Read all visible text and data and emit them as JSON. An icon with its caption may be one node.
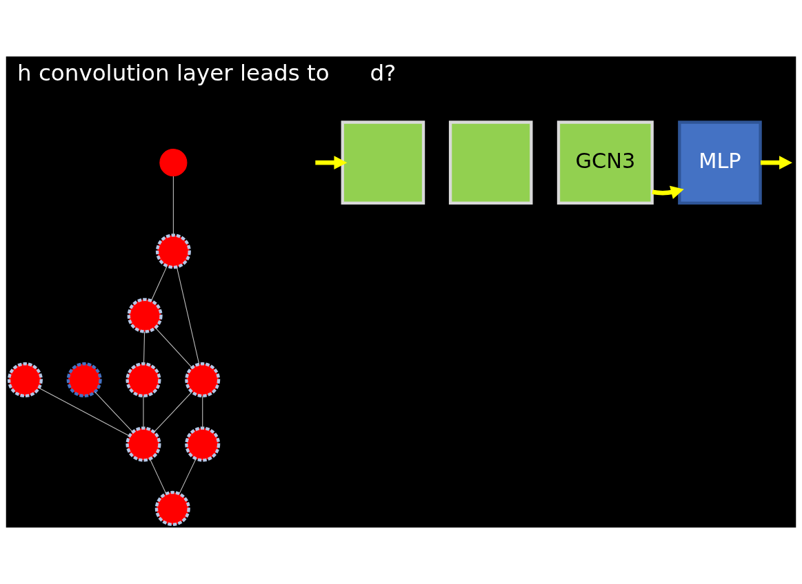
{
  "diagram": {
    "nodes": [
      {
        "text": [],
        "shape": "circle"
      },
      {
        "text": [],
        "shape": "circle"
      },
      {
        "text": [],
        "shape": "circle"
      },
      {
        "text": [],
        "shape": "circle"
      },
      {
        "text": [],
        "shape": "circle"
      },
      {
        "text": [],
        "shape": "circle"
      },
      {
        "text": [],
        "shape": "circle"
      },
      {
        "text": [],
        "shape": "circle"
      },
      {
        "text": [],
        "shape": "circle"
      },
      {
        "text": [],
        "shape": "circle"
      },
      {
        "text": [],
        "shape": "box"
      },
      {
        "text": [],
        "shape": "box"
      },
      {
        "text": [
          "GCN3"
        ]
      },
      {
        "text": [
          "MLP"
        ]
      }
    ],
    "edges": [
      {
        "from": 0,
        "to": 1,
        "arrow": "none"
      },
      {
        "from": 1,
        "to": 2,
        "arrow": "none"
      },
      {
        "from": 1,
        "to": 5,
        "arrow": "none"
      },
      {
        "from": 2,
        "to": 5,
        "arrow": "none"
      },
      {
        "from": 2,
        "to": 4,
        "arrow": "none"
      },
      {
        "from": 4,
        "to": 6,
        "arrow": "none"
      },
      {
        "from": 5,
        "to": 6,
        "arrow": "none"
      },
      {
        "from": 3,
        "to": 6,
        "arrow": "none"
      },
      {
        "from": 7,
        "to": 6,
        "arrow": "none"
      },
      {
        "from": 6,
        "to": 9,
        "arrow": "none"
      },
      {
        "from": 5,
        "to": 8,
        "arrow": "none"
      },
      {
        "from": 8,
        "to": 9,
        "arrow": "none"
      },
      {
        "from": null,
        "to": 10,
        "arrow": "to",
        "style": "thick",
        "color": "#ffff00"
      },
      {
        "from": 12,
        "to": 13,
        "arrow": "to",
        "style": "thick",
        "color": "#ffff00"
      },
      {
        "from": 13,
        "to": null,
        "arrow": "to",
        "style": "thick",
        "color": "#ffff00"
      }
    ],
    "labels": [
      "h convolution layer leads to",
      "d?"
    ]
  }
}
